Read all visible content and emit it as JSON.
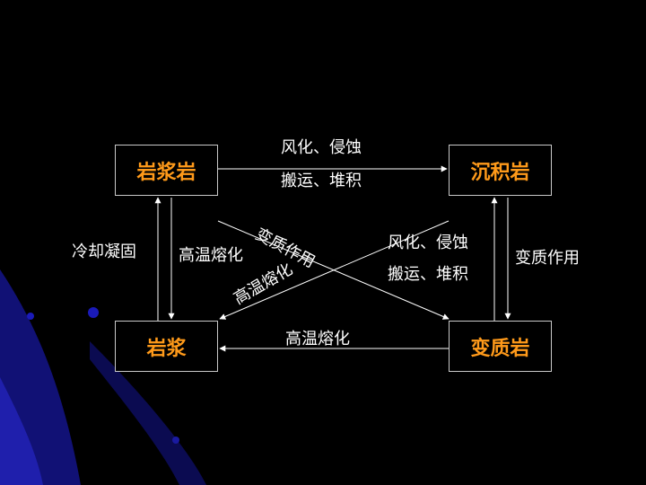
{
  "nodes": {
    "magmatic_rock": "岩浆岩",
    "sedimentary_rock": "沉积岩",
    "magma": "岩浆",
    "metamorphic_rock": "变质岩"
  },
  "labels": {
    "top_line1": "风化、侵蚀",
    "top_line2": "搬运、堆积",
    "left_outer": "冷却凝固",
    "left_inner": "高温熔化",
    "diag_metamorphism": "变质作用",
    "diag_melting": "高温熔化",
    "center_right_line1": "风化、侵蚀",
    "center_right_line2": "搬运、堆积",
    "right": "变质作用",
    "bottom": "高温熔化"
  },
  "colors": {
    "background": "#000000",
    "node_text": "#ff9a1a",
    "node_border": "#c9c9c9",
    "label_text": "#ffffff",
    "decoration": "#1a1aa8"
  }
}
